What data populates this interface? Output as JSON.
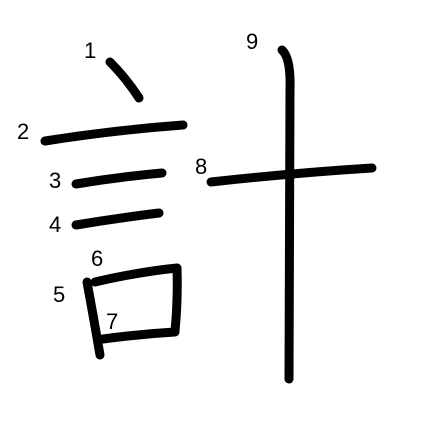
{
  "diagram": {
    "strokes": [
      {
        "order": "1"
      },
      {
        "order": "2"
      },
      {
        "order": "3"
      },
      {
        "order": "4"
      },
      {
        "order": "5"
      },
      {
        "order": "6"
      },
      {
        "order": "7"
      },
      {
        "order": "8"
      },
      {
        "order": "9"
      }
    ],
    "stroke_color": "#000000",
    "background": "#ffffff"
  }
}
